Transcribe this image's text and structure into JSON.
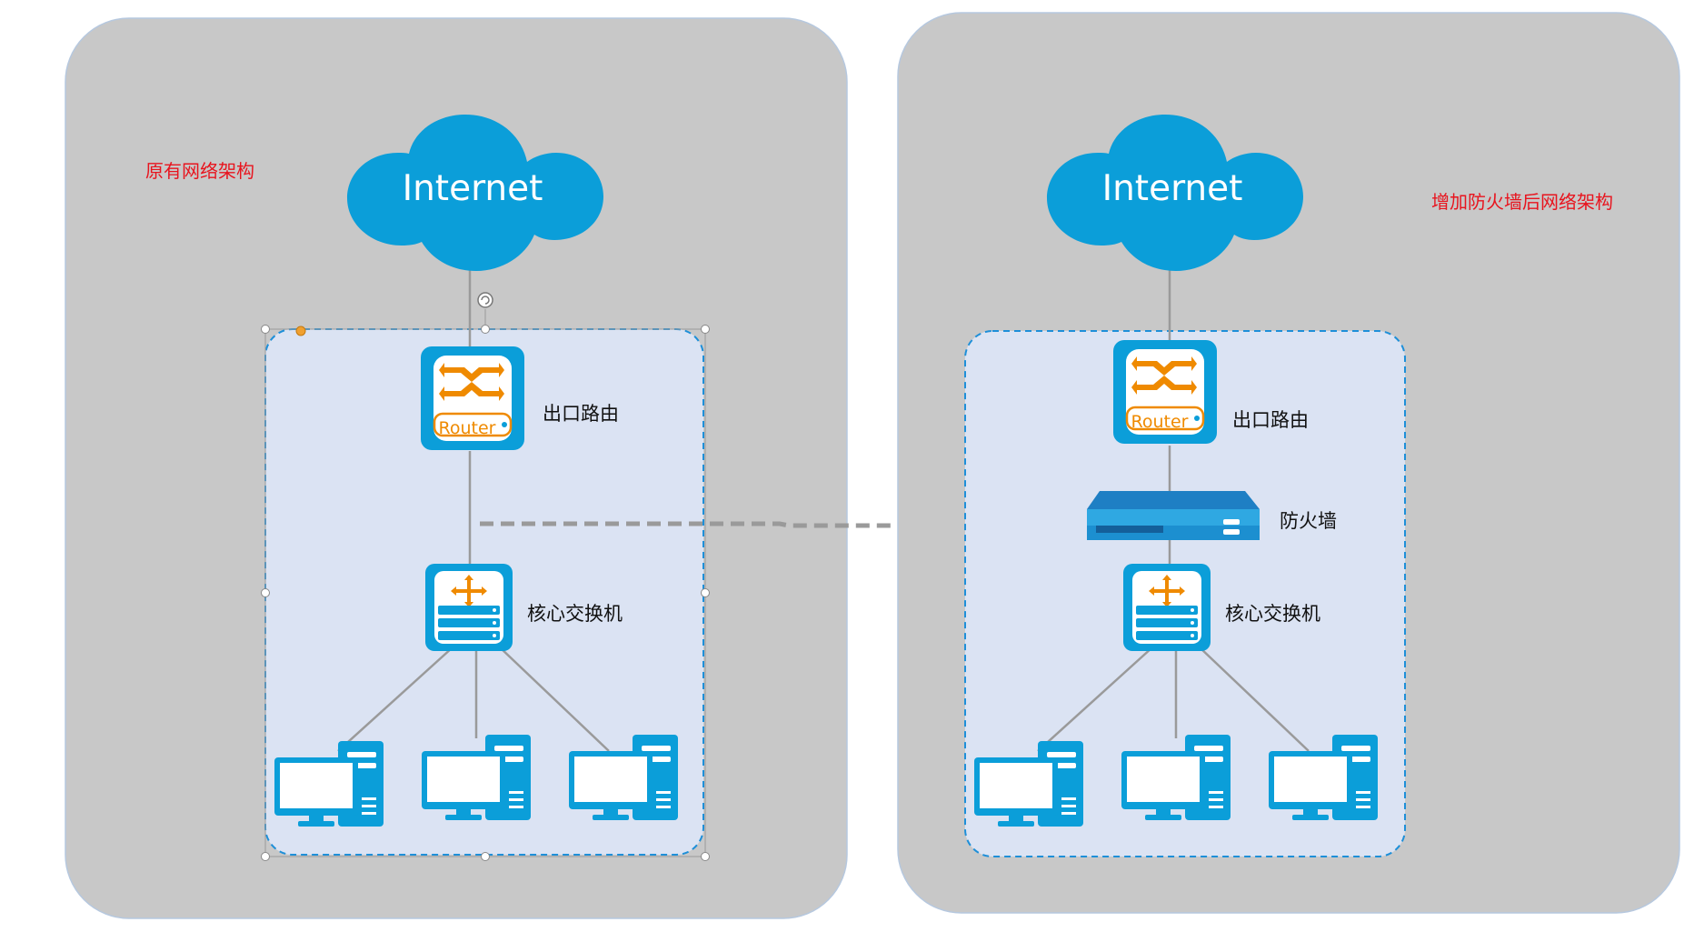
{
  "left_panel": {
    "title": "原有网络架构",
    "cloud_label": "Internet",
    "router_badge": "Router",
    "router_label": "出口路由",
    "switch_label": "核心交换机"
  },
  "right_panel": {
    "title": "增加防火墙后网络架构",
    "cloud_label": "Internet",
    "router_badge": "Router",
    "router_label": "出口路由",
    "firewall_label": "防火墙",
    "switch_label": "核心交换机"
  },
  "colors": {
    "panel_bg": "#c8c8c8",
    "zone_bg": "#dbe3f3",
    "zone_border": "#1e8fd8",
    "device_blue": "#0b9ed9",
    "router_orange": "#ef8a00",
    "title_red": "#e8141e",
    "link_gray": "#9a9a9a"
  }
}
